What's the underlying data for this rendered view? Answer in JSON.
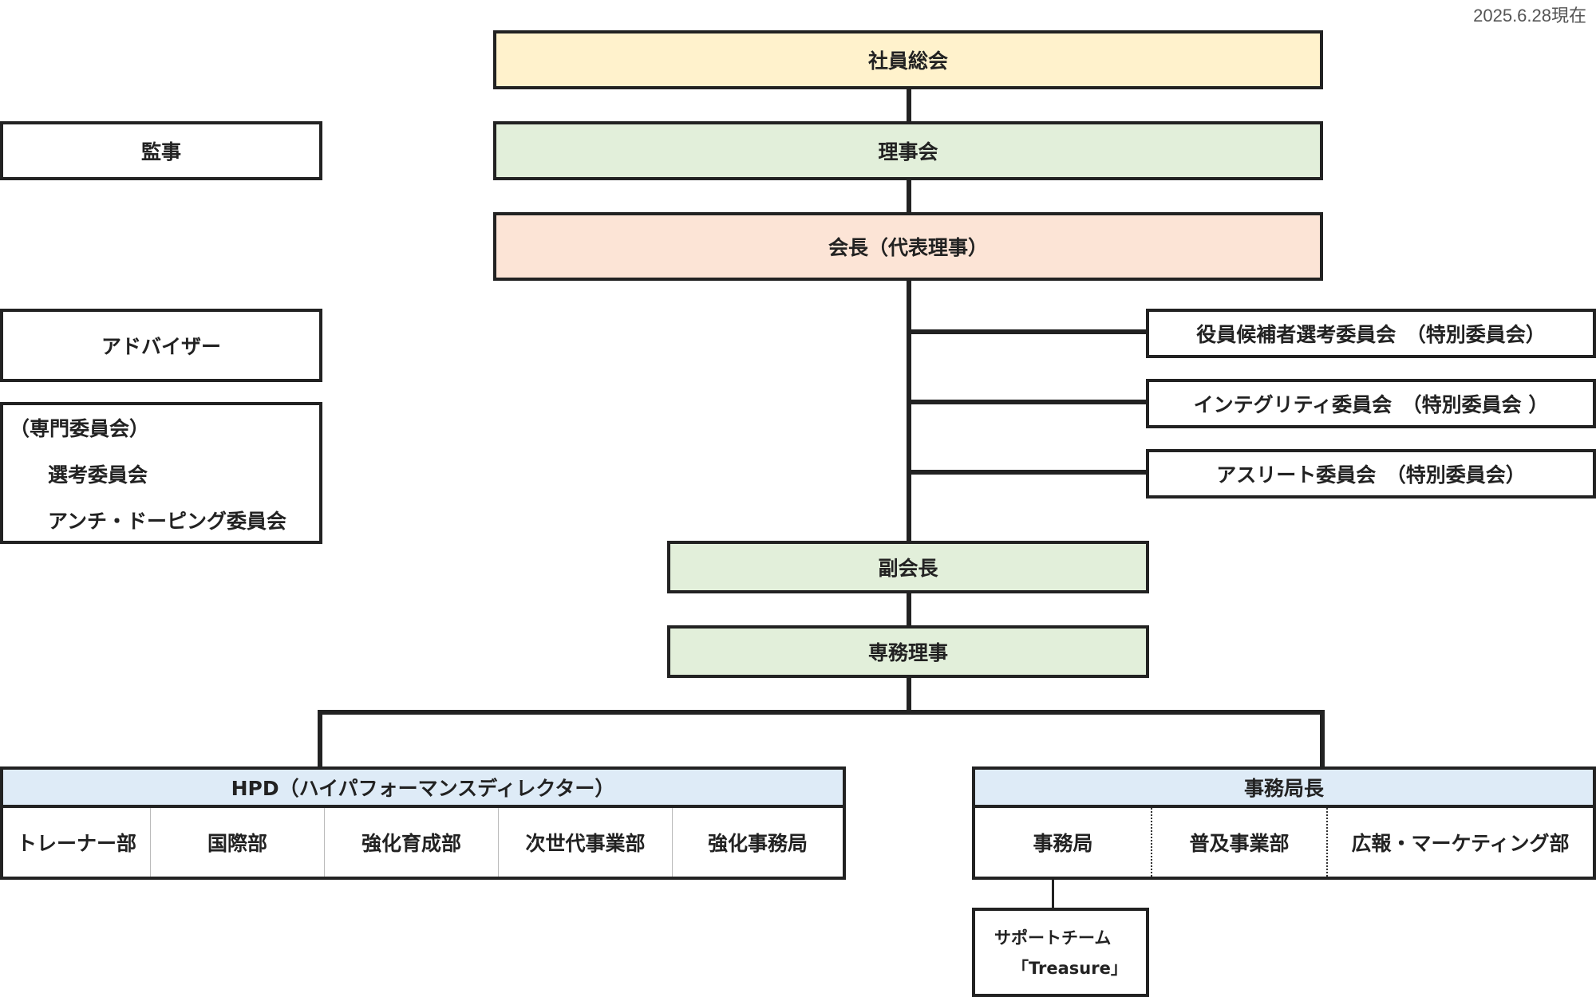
{
  "as_of_date": "2025.6.28現在",
  "nodes": {
    "general_assembly": "社員総会",
    "board": "理事会",
    "president": "会長（代表理事）",
    "auditor": "監事",
    "advisor": "アドバイザー",
    "vice_president": "副会長",
    "executive_director": "専務理事"
  },
  "specialist_committees": {
    "heading": "（専門委員会）",
    "items": [
      "選考委員会",
      "アンチ・ドーピング委員会"
    ]
  },
  "special_committees": [
    "役員候補者選考委員会　（特別委員会）",
    "インテグリティ委員会　（特別委員会 ）",
    "アスリート委員会　（特別委員会）"
  ],
  "hpd": {
    "title": "HPD（ハイパフォーマンスディレクター）",
    "departments": [
      "トレーナー部",
      "国際部",
      "強化育成部",
      "次世代事業部",
      "強化事務局"
    ]
  },
  "secretariat": {
    "title": "事務局長",
    "departments": [
      "事務局",
      "普及事業部",
      "広報・マーケティング部"
    ]
  },
  "support_team": {
    "line1": "サポートチーム",
    "line2": "「Treasure」"
  },
  "colors": {
    "general_assembly": "#fff2cc",
    "green": "#e2efda",
    "president": "#fce4d6",
    "blue_header": "#deebf7"
  }
}
